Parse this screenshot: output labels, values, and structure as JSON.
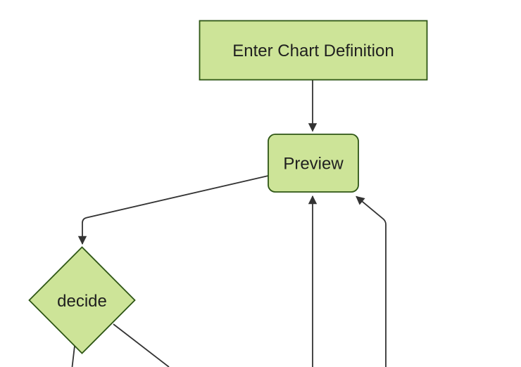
{
  "diagram": {
    "type": "flowchart",
    "orientation": "top-down",
    "theme": "forest",
    "nodes": {
      "enter_chart_definition": {
        "label": "Enter Chart Definition",
        "shape": "rectangle"
      },
      "preview": {
        "label": "Preview",
        "shape": "rounded-rectangle"
      },
      "decide": {
        "label": "decide",
        "shape": "diamond"
      }
    },
    "edges": [
      {
        "from": "enter_chart_definition",
        "to": "preview",
        "arrowhead": true
      },
      {
        "from": "preview",
        "to": "decide",
        "arrowhead": true
      },
      {
        "from": "offscreen-bottom",
        "to": "preview",
        "arrowhead": true
      },
      {
        "from": "offscreen-bottom",
        "to": "preview",
        "arrowhead": true
      },
      {
        "from": "decide",
        "to": "offscreen-bottom",
        "arrowhead": false
      },
      {
        "from": "decide",
        "to": "offscreen-bottom",
        "arrowhead": false
      }
    ]
  },
  "colors": {
    "background": "#ffffff",
    "node_fill": "#cde498",
    "node_border": "#2e5615",
    "edge": "#333333",
    "text": "#1f1f1f"
  }
}
